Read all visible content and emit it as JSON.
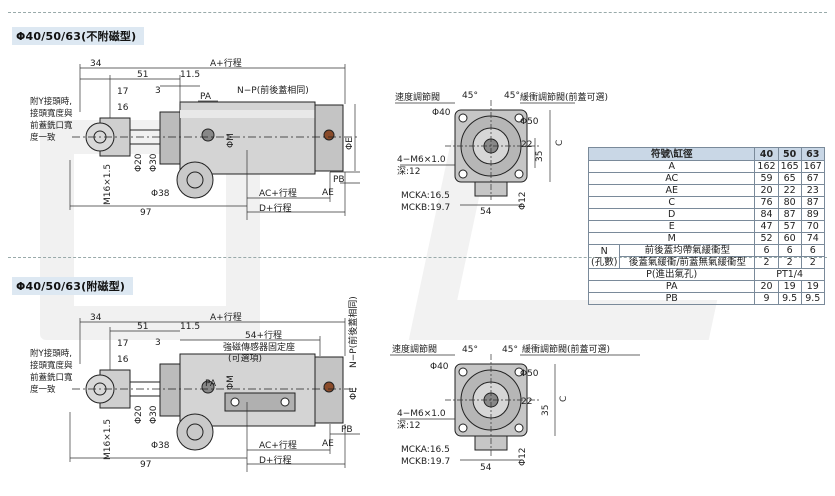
{
  "sections": [
    {
      "title": "Φ40/50/63(不附磁型)"
    },
    {
      "title": "Φ40/50/63(附磁型)"
    }
  ],
  "drawing": {
    "dims": {
      "d34": "34",
      "a_stroke": "A+行程",
      "d17": "17",
      "d51": "51",
      "d11_5": "11.5",
      "d3": "3",
      "d16": "16",
      "pa": "PA",
      "np": "N−P(前後蓋相同)",
      "phi20": "Φ20",
      "phi30": "Φ30",
      "phi_m": "ΦM",
      "phi_e": "ΦE",
      "phi38": "Φ38",
      "m16": "M16×1.5",
      "ac": "AC+行程",
      "d_stroke": "D+行程",
      "d97": "97",
      "ae": "AE",
      "pb": "PB",
      "c": "C",
      "d54_stroke": "54+行程"
    },
    "side_note": [
      "附Y接頭時,",
      "接頭寬度與",
      "前蓋銑口寬",
      "度一致"
    ],
    "sensor_note": [
      "強磁傳感器固定座",
      "(可選項)"
    ],
    "np_vertical": "N−P(前後蓋相同)",
    "end_view": {
      "speed_valve": "速度調節閥",
      "cushion_valve": "緩衝調節閥(前蓋可選)",
      "cushion_valve_2": "緩衝調節閥(前蓋可選)",
      "deg45": "45°",
      "phi40": "Φ40",
      "phi50": "Φ50",
      "m6": "4−M6×1.0",
      "depth": "深:12",
      "d22": "22",
      "d35": "35",
      "c": "C",
      "mcka": "MCKA:16.5",
      "mckb": "MCKB:19.7",
      "phi12": "Φ12",
      "d54": "54"
    }
  },
  "table": {
    "header": [
      "符號\\缸徑",
      "40",
      "50",
      "63"
    ],
    "rows": [
      {
        "label": "A",
        "v": [
          "162",
          "165",
          "167"
        ]
      },
      {
        "label": "AC",
        "v": [
          "59",
          "65",
          "67"
        ]
      },
      {
        "label": "AE",
        "v": [
          "20",
          "22",
          "23"
        ]
      },
      {
        "label": "C",
        "v": [
          "76",
          "80",
          "87"
        ]
      },
      {
        "label": "D",
        "v": [
          "84",
          "87",
          "89"
        ]
      },
      {
        "label": "E",
        "v": [
          "47",
          "57",
          "70"
        ]
      },
      {
        "label": "M",
        "v": [
          "52",
          "60",
          "74"
        ]
      }
    ],
    "n_label": "N",
    "n_sub": "(孔數)",
    "n_rows": [
      {
        "label": "前後蓋均帶氣緩衝型",
        "v": [
          "6",
          "6",
          "6"
        ]
      },
      {
        "label": "後蓋氣緩衝/前蓋無氣緩衝型",
        "v": [
          "2",
          "2",
          "2"
        ]
      }
    ],
    "p_row": {
      "label": "P(進出氣孔)",
      "v": "PT1/4"
    },
    "tail_rows": [
      {
        "label": "PA",
        "v": [
          "20",
          "19",
          "19"
        ]
      },
      {
        "label": "PB",
        "v": [
          "9",
          "9.5",
          "9.5"
        ]
      }
    ]
  },
  "colors": {
    "title_bg": "#dde8f2",
    "table_header_bg": "#c9d7e6",
    "line": "#222222",
    "dim": "#333333"
  }
}
